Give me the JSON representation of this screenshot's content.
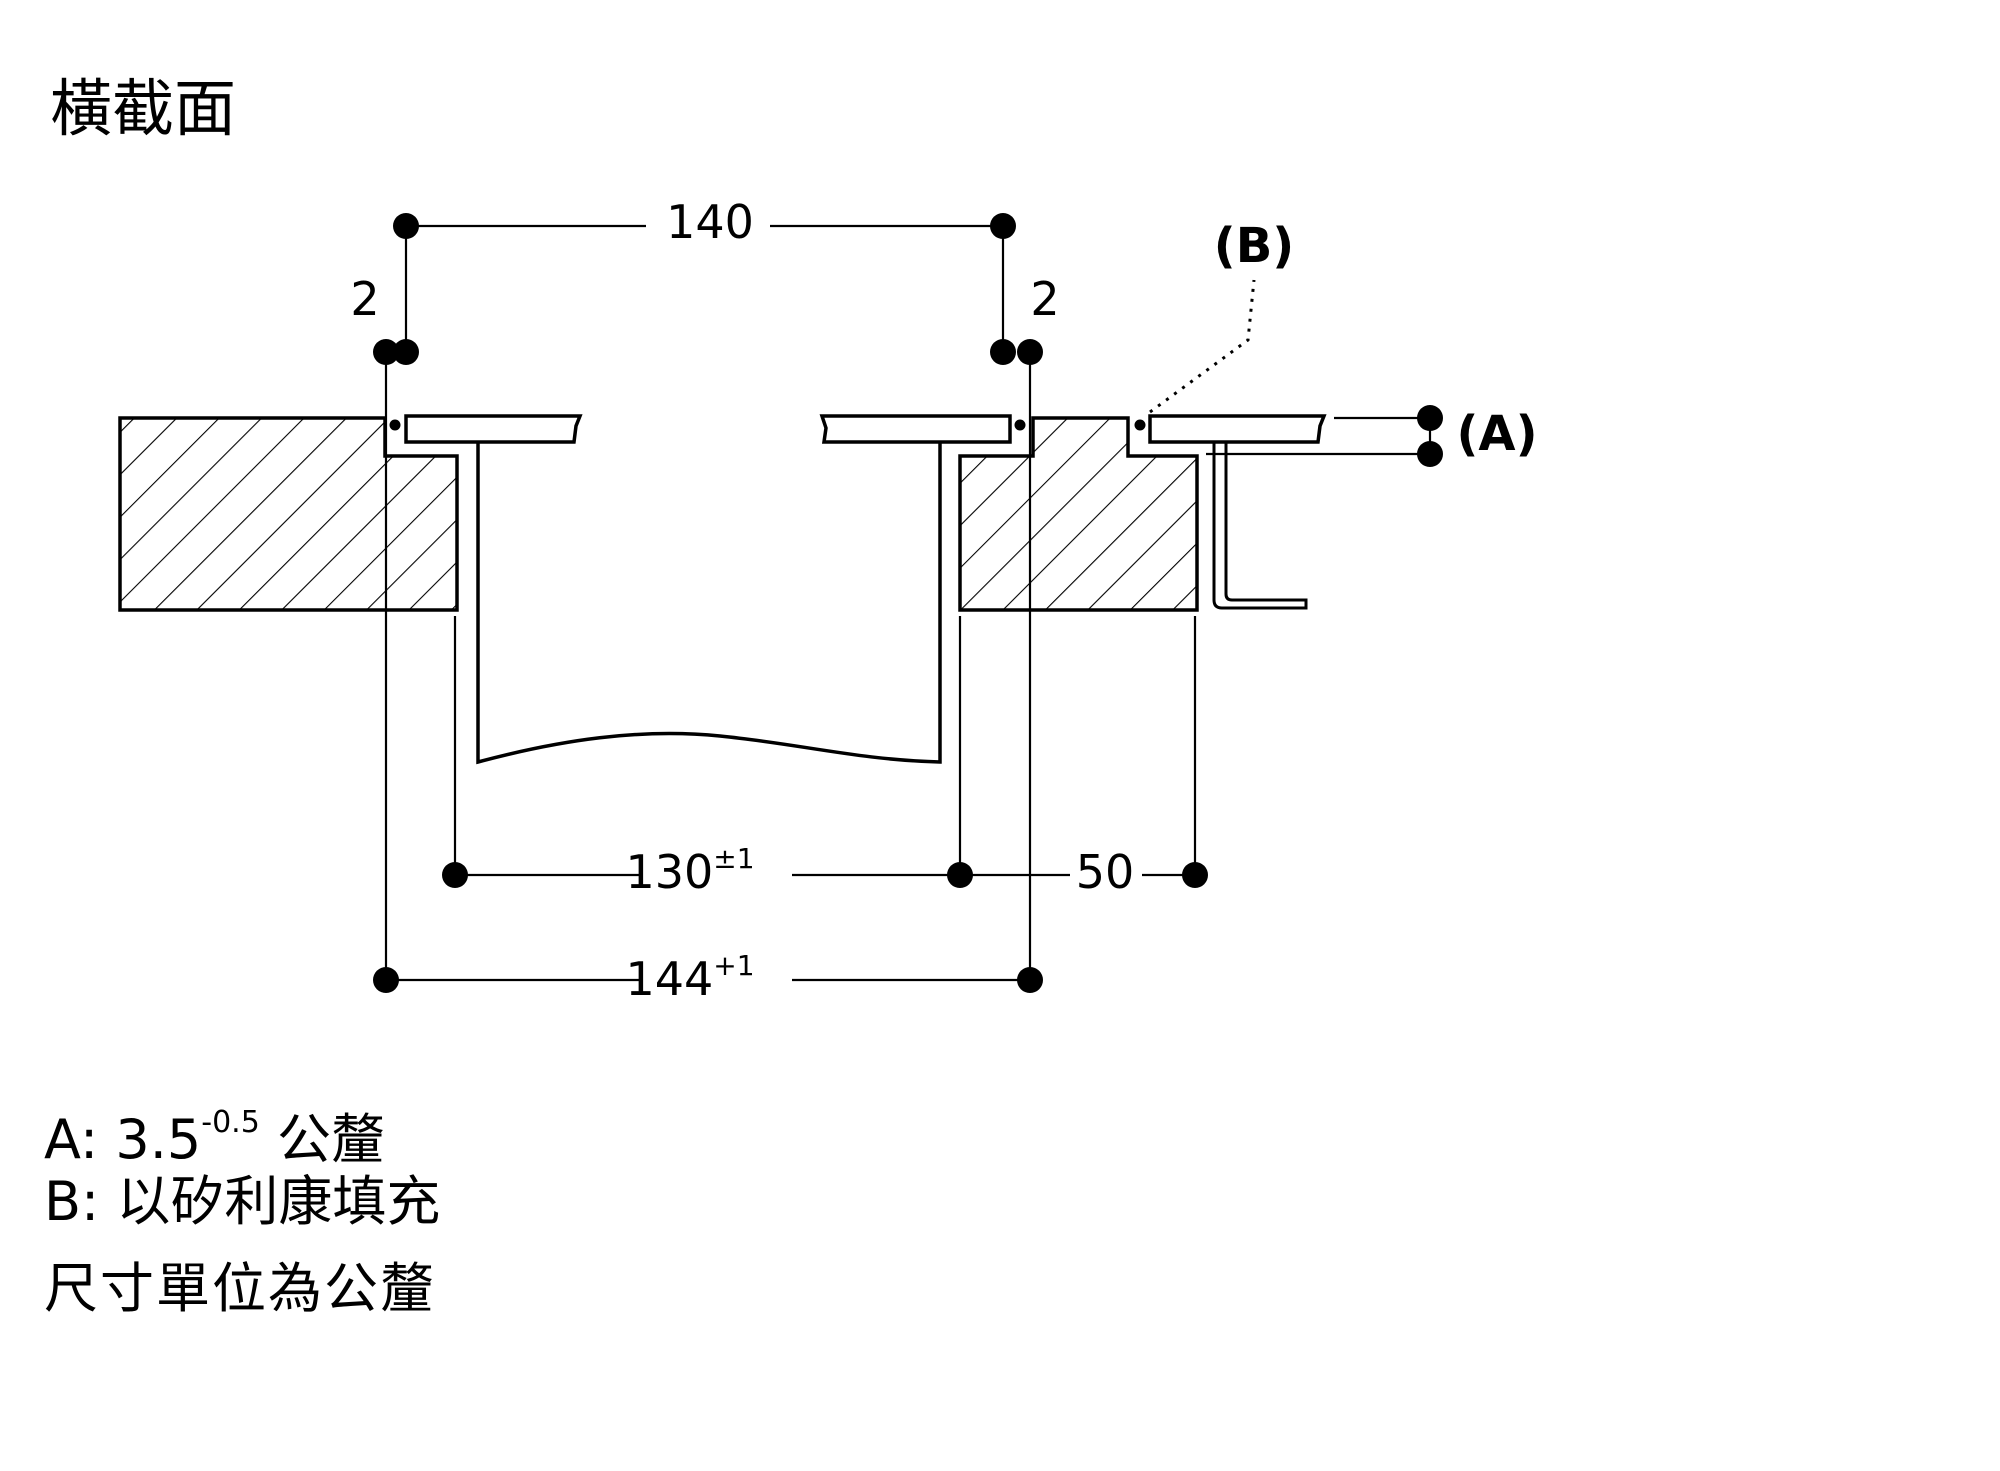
{
  "title": "橫截面",
  "dimensions": {
    "top_width": "140",
    "gap_left": "2",
    "gap_right": "2",
    "inner_width": "130",
    "inner_tolerance": "±1",
    "side_width": "50",
    "outer_width": "144",
    "outer_tolerance": "+1"
  },
  "callouts": {
    "a": "(A)",
    "b": "(B)"
  },
  "legend": {
    "a_label": "A:",
    "a_value": "3.5",
    "a_tolerance": "-0.5",
    "a_unit": "公釐",
    "b_label": "B:",
    "b_text": "以矽利康填充"
  },
  "units_note": "尺寸單位為公釐"
}
